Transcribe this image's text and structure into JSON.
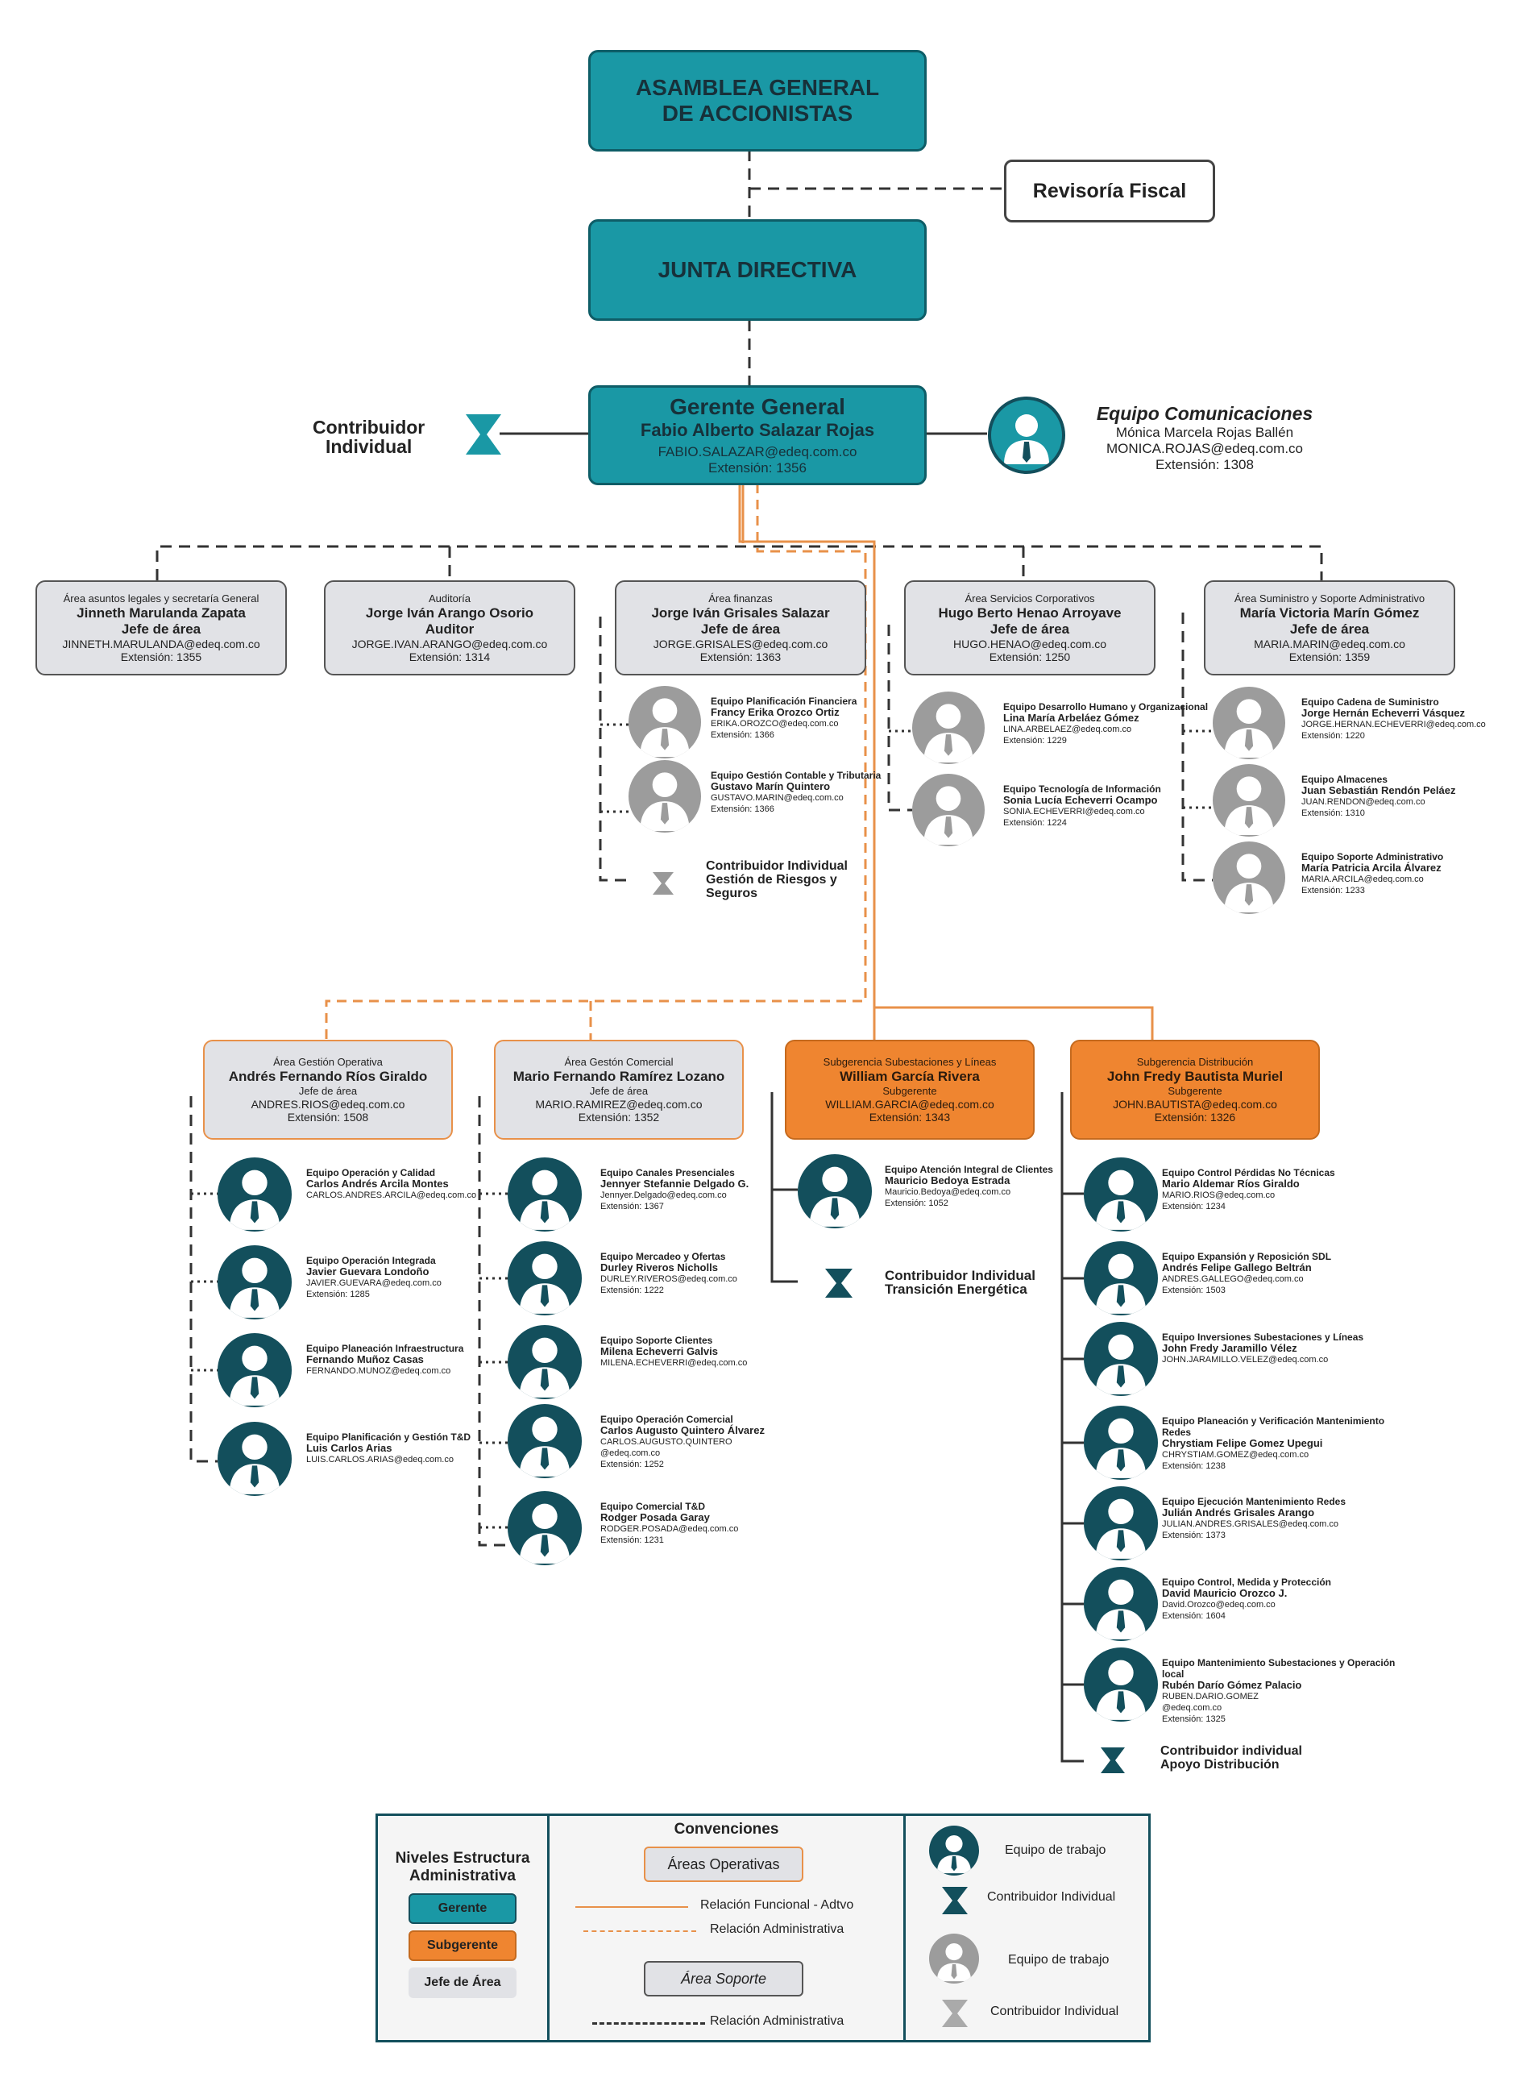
{
  "top": {
    "asamblea": "ASAMBLEA GENERAL\nDE ACCIONISTAS",
    "revisoria": "Revisoría Fiscal",
    "junta": "JUNTA DIRECTIVA"
  },
  "gerente": {
    "title": "Gerente General",
    "name": "Fabio Alberto Salazar Rojas",
    "email": "FABIO.SALAZAR@edeq.com.co",
    "ext": "Extensión: 1356"
  },
  "contrib_gerente": "Contribuidor\nIndividual",
  "comunicaciones": {
    "title": "Equipo Comunicaciones",
    "name": "Mónica Marcela Rojas Ballén",
    "email": "MONICA.ROJAS@edeq.com.co",
    "ext": "Extensión: 1308"
  },
  "areas": [
    {
      "area": "Área asuntos legales y secretaría General",
      "name": "Jinneth Marulanda Zapata",
      "role": "Jefe de área",
      "email": "JINNETH.MARULANDA@edeq.com.co",
      "ext": "Extensión: 1355"
    },
    {
      "area": "Auditoría",
      "name": "Jorge Iván Arango Osorio",
      "role": "Auditor",
      "email": "JORGE.IVAN.ARANGO@edeq.com.co",
      "ext": "Extensión: 1314"
    },
    {
      "area": "Área finanzas",
      "name": "Jorge Iván Grisales Salazar",
      "role": "Jefe de área",
      "email": "JORGE.GRISALES@edeq.com.co",
      "ext": "Extensión: 1363"
    },
    {
      "area": "Área Servicios Corporativos",
      "name": "Hugo Berto Henao Arroyave",
      "role": "Jefe de área",
      "email": "HUGO.HENAO@edeq.com.co",
      "ext": "Extensión: 1250"
    },
    {
      "area": "Área Suministro y Soporte Administrativo",
      "name": "María Victoria Marín Gómez",
      "role": "Jefe de área",
      "email": "MARIA.MARIN@edeq.com.co",
      "ext": "Extensión: 1359"
    }
  ],
  "finanzas_teams": [
    {
      "title": "Equipo Planificación Financiera",
      "name": "Francy Erika Orozco Ortiz",
      "email": "ERIKA.OROZCO@edeq.com.co",
      "ext": "Extensión: 1366"
    },
    {
      "title": "Equipo Gestión Contable y Tributaria",
      "name": "Gustavo Marín Quintero",
      "email": "GUSTAVO.MARIN@edeq.com.co",
      "ext": "Extensión: 1366"
    }
  ],
  "finanzas_contrib": "Contribuidor Individual\nGestión de Riesgos y\nSeguros",
  "corporativos_teams": [
    {
      "title": "Equipo Desarrollo Humano y Organizacional",
      "name": "Lina María Arbeláez Gómez",
      "email": "LINA.ARBELAEZ@edeq.com.co",
      "ext": "Extensión: 1229"
    },
    {
      "title": "Equipo Tecnología de Información",
      "name": "Sonia Lucía Echeverri Ocampo",
      "email": "SONIA.ECHEVERRI@edeq.com.co",
      "ext": "Extensión: 1224"
    }
  ],
  "suministro_teams": [
    {
      "title": "Equipo Cadena de Suministro",
      "name": "Jorge Hernán Echeverri Vásquez",
      "email": "JORGE.HERNAN.ECHEVERRI@edeq.com.co",
      "ext": "Extensión: 1220"
    },
    {
      "title": "Equipo Almacenes",
      "name": "Juan Sebastián Rendón Peláez",
      "email": "JUAN.RENDON@edeq.com.co",
      "ext": "Extensión: 1310"
    },
    {
      "title": "Equipo Soporte Administrativo",
      "name": "María Patricia Arcila Álvarez",
      "email": "MARIA.ARCILA@edeq.com.co",
      "ext": "Extensión: 1233"
    }
  ],
  "lower_areas": [
    {
      "area": "Área Gestión Operativa",
      "name": "Andrés Fernando Ríos Giraldo",
      "role": "Jefe de área",
      "email": "ANDRES.RIOS@edeq.com.co",
      "ext": "Extensión: 1508"
    },
    {
      "area": "Área Gestón Comercial",
      "name": "Mario Fernando Ramírez Lozano",
      "role": "Jefe de área",
      "email": "MARIO.RAMIREZ@edeq.com.co",
      "ext": "Extensión: 1352"
    },
    {
      "area": "Subgerencia Subestaciones y Líneas",
      "name": "William García Rivera",
      "role": "Subgerente",
      "email": "WILLIAM.GARCIA@edeq.com.co",
      "ext": "Extensión: 1343"
    },
    {
      "area": "Subgerencia Distribución",
      "name": "John Fredy Bautista Muriel",
      "role": "Subgerente",
      "email": "JOHN.BAUTISTA@edeq.com.co",
      "ext": "Extensión: 1326"
    }
  ],
  "operativa_teams": [
    {
      "title": "Equipo Operación y Calidad",
      "name": "Carlos Andrés Arcila Montes",
      "email": "CARLOS.ANDRES.ARCILA@edeq.com.co",
      "ext": ""
    },
    {
      "title": "Equipo Operación Integrada",
      "name": "Javier Guevara Londoño",
      "email": "JAVIER.GUEVARA@edeq.com.co",
      "ext": "Extensión: 1285"
    },
    {
      "title": "Equipo Planeación Infraestructura",
      "name": "Fernando Muñoz Casas",
      "email": "FERNANDO.MUNOZ@edeq.com.co",
      "ext": ""
    },
    {
      "title": "Equipo Planificación y Gestión T&D",
      "name": "Luis Carlos Arias",
      "email": "LUIS.CARLOS.ARIAS@edeq.com.co",
      "ext": ""
    }
  ],
  "comercial_teams": [
    {
      "title": "Equipo Canales Presenciales",
      "name": "Jennyer Stefannie Delgado G.",
      "email": "Jennyer.Delgado@edeq.com.co",
      "ext": "Extensión: 1367"
    },
    {
      "title": "Equipo Mercadeo y Ofertas",
      "name": "Durley Riveros Nicholls",
      "email": "DURLEY.RIVEROS@edeq.com.co",
      "ext": "Extensión: 1222"
    },
    {
      "title": "Equipo Soporte Clientes",
      "name": "Milena Echeverri Galvis",
      "email": "MILENA.ECHEVERRI@edeq.com.co",
      "ext": ""
    },
    {
      "title": "Equipo Operación Comercial",
      "name": "Carlos Augusto Quintero Álvarez",
      "email": "CARLOS.AUGUSTO.QUINTERO\n@edeq.com.co",
      "ext": "Extensión: 1252"
    },
    {
      "title": "Equipo Comercial T&D",
      "name": "Rodger Posada Garay",
      "email": "RODGER.POSADA@edeq.com.co",
      "ext": "Extensión: 1231"
    }
  ],
  "subestaciones_teams": [
    {
      "title": "Equipo Atención Integral de Clientes",
      "name": "Mauricio Bedoya Estrada",
      "email": "Mauricio.Bedoya@edeq.com.co",
      "ext": "Extensión: 1052"
    }
  ],
  "subestaciones_contrib": "Contribuidor Individual\nTransición Energética",
  "distribucion_teams": [
    {
      "title": "Equipo Control Pérdidas No Técnicas",
      "name": "Mario Aldemar Ríos Giraldo",
      "email": "MARIO.RIOS@edeq.com.co",
      "ext": "Extensión: 1234"
    },
    {
      "title": "Equipo Expansión y Reposición SDL",
      "name": "Andrés Felipe Gallego Beltrán",
      "email": "ANDRES.GALLEGO@edeq.com.co",
      "ext": "Extensión: 1503"
    },
    {
      "title": "Equipo Inversiones Subestaciones y Líneas",
      "name": "John Fredy Jaramillo Vélez",
      "email": "JOHN.JARAMILLO.VELEZ@edeq.com.co",
      "ext": ""
    },
    {
      "title": "Equipo Planeación y Verificación Mantenimiento Redes",
      "name": "Chrystiam Felipe Gomez Upegui",
      "email": "CHRYSTIAM.GOMEZ@edeq.com.co",
      "ext": "Extensión: 1238"
    },
    {
      "title": "Equipo Ejecución Mantenimiento Redes",
      "name": "Julián Andrés Grisales Arango",
      "email": "JULIAN.ANDRES.GRISALES@edeq.com.co",
      "ext": "Extensión: 1373"
    },
    {
      "title": "Equipo Control, Medida y Protección",
      "name": "David Mauricio Orozco J.",
      "email": "David.Orozco@edeq.com.co",
      "ext": "Extensión: 1604"
    },
    {
      "title": "Equipo Mantenimiento Subestaciones y Operación local",
      "name": "Rubén Darío Gómez Palacio",
      "email": "RUBEN.DARIO.GOMEZ\n@edeq.com.co",
      "ext": "Extensión: 1325"
    }
  ],
  "distribucion_contrib": "Contribuidor individual\nApoyo Distribución",
  "legend": {
    "niveles_title": "Niveles Estructura\nAdministrativa",
    "gerente": "Gerente",
    "subgerente": "Subgerente",
    "jefe": "Jefe de Área",
    "convenciones": "Convenciones",
    "areas_operativas": "Áreas Operativas",
    "rel_funcional": "Relación Funcional - Adtvo",
    "rel_admin_1": "Relación Administrativa",
    "area_soporte": "Área Soporte",
    "rel_admin_2": "Relación Administrativa",
    "equipo_1": "Equipo de trabajo",
    "contrib_1": "Contribuidor Individual",
    "equipo_2": "Equipo de trabajo",
    "contrib_2": "Contribuidor Individual"
  },
  "colors": {
    "teal": "#1a98a5",
    "dark_teal": "#134f5c",
    "orange": "#ef8530",
    "grey": "#e1e2e6",
    "grey_avatar": "#9c9c9c"
  }
}
